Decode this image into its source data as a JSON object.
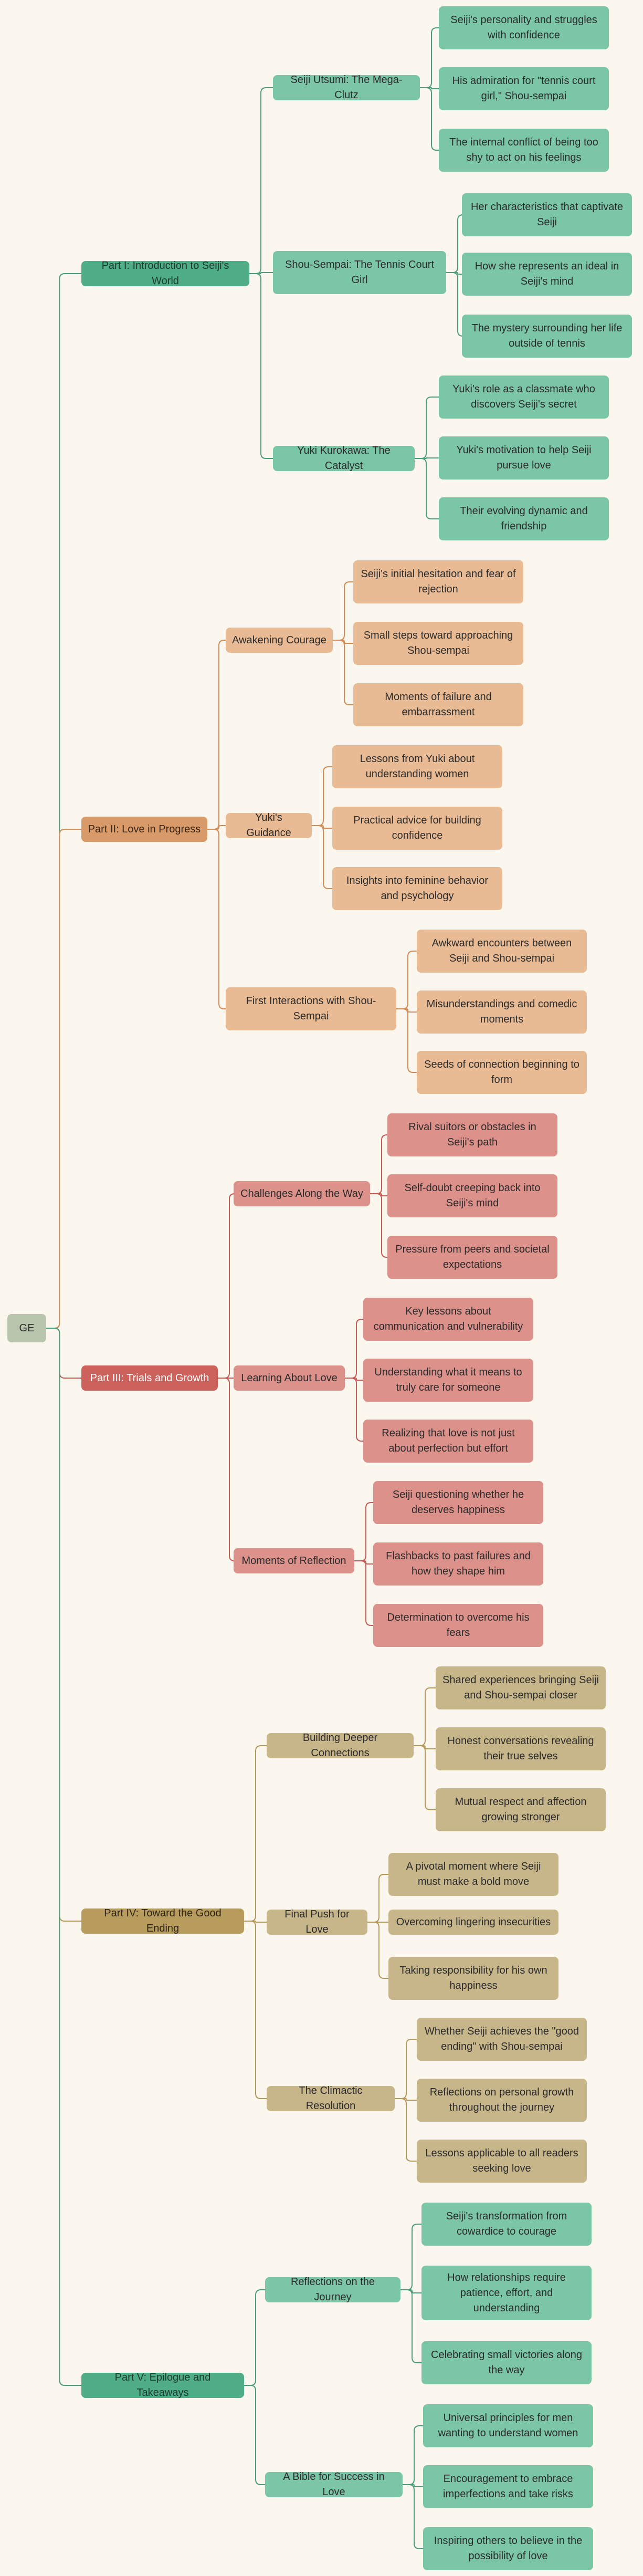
{
  "colors": {
    "background": "#fbf6ee",
    "root": "#b9c6ad",
    "green_part": "#4fad88",
    "green_node": "#7cc6a8",
    "orange_part": "#d89a68",
    "orange_node": "#e8bb94",
    "red_part": "#cd625c",
    "red_node": "#dc918b",
    "olive_part": "#b89c5d",
    "olive_node": "#c8b68b"
  },
  "root": {
    "label": "GE"
  },
  "parts": [
    {
      "label": "Part I: Introduction to Seiji's World",
      "sections": [
        {
          "label": "Seiji Utsumi: The Mega-Clutz",
          "items": [
            "Seiji's personality and struggles with confidence",
            "His admiration for \"tennis court girl,\" Shou-sempai",
            "The internal conflict of being too shy to act on his feelings"
          ]
        },
        {
          "label": "Shou-Sempai: The Tennis Court Girl",
          "items": [
            "Her characteristics that captivate Seiji",
            "How she represents an ideal in Seiji's mind",
            "The mystery surrounding her life outside of tennis"
          ]
        },
        {
          "label": "Yuki Kurokawa: The Catalyst",
          "items": [
            "Yuki's role as a classmate who discovers Seiji's secret",
            "Yuki's motivation to help Seiji pursue love",
            "Their evolving dynamic and friendship"
          ]
        }
      ]
    },
    {
      "label": "Part II: Love in Progress",
      "sections": [
        {
          "label": "Awakening Courage",
          "items": [
            "Seiji's initial hesitation and fear of rejection",
            "Small steps toward approaching Shou-sempai",
            "Moments of failure and embarrassment"
          ]
        },
        {
          "label": "Yuki's Guidance",
          "items": [
            "Lessons from Yuki about understanding women",
            "Practical advice for building confidence",
            "Insights into feminine behavior and psychology"
          ]
        },
        {
          "label": "First Interactions with Shou-Sempai",
          "items": [
            "Awkward encounters between Seiji and Shou-sempai",
            "Misunderstandings and comedic moments",
            "Seeds of connection beginning to form"
          ]
        }
      ]
    },
    {
      "label": "Part III: Trials and Growth",
      "sections": [
        {
          "label": "Challenges Along the Way",
          "items": [
            "Rival suitors or obstacles in Seiji's path",
            "Self-doubt creeping back into Seiji's mind",
            "Pressure from peers and societal expectations"
          ]
        },
        {
          "label": "Learning About Love",
          "items": [
            "Key lessons about communication and vulnerability",
            "Understanding what it means to truly care for someone",
            "Realizing that love is not just about perfection but effort"
          ]
        },
        {
          "label": "Moments of Reflection",
          "items": [
            "Seiji questioning whether he deserves happiness",
            "Flashbacks to past failures and how they shape him",
            "Determination to overcome his fears"
          ]
        }
      ]
    },
    {
      "label": "Part IV: Toward the Good Ending",
      "sections": [
        {
          "label": "Building Deeper Connections",
          "items": [
            "Shared experiences bringing Seiji and Shou-sempai closer",
            "Honest conversations revealing their true selves",
            "Mutual respect and affection growing stronger"
          ]
        },
        {
          "label": "Final Push for Love",
          "items": [
            "A pivotal moment where Seiji must make a bold move",
            "Overcoming lingering insecurities",
            "Taking responsibility for his own happiness"
          ]
        },
        {
          "label": "The Climactic Resolution",
          "items": [
            "Whether Seiji achieves the \"good ending\" with Shou-sempai",
            "Reflections on personal growth throughout the journey",
            "Lessons applicable to all readers seeking love"
          ]
        }
      ]
    },
    {
      "label": "Part V: Epilogue and Takeaways",
      "sections": [
        {
          "label": "Reflections on the Journey",
          "items": [
            "Seiji's transformation from cowardice to courage",
            "How relationships require patience, effort, and understanding",
            "Celebrating small victories along the way"
          ]
        },
        {
          "label": "A Bible for Success in Love",
          "items": [
            "Universal principles for men wanting to understand women",
            "Encouragement to embrace imperfections and take risks",
            "Inspiring others to believe in the possibility of love"
          ]
        }
      ]
    }
  ]
}
